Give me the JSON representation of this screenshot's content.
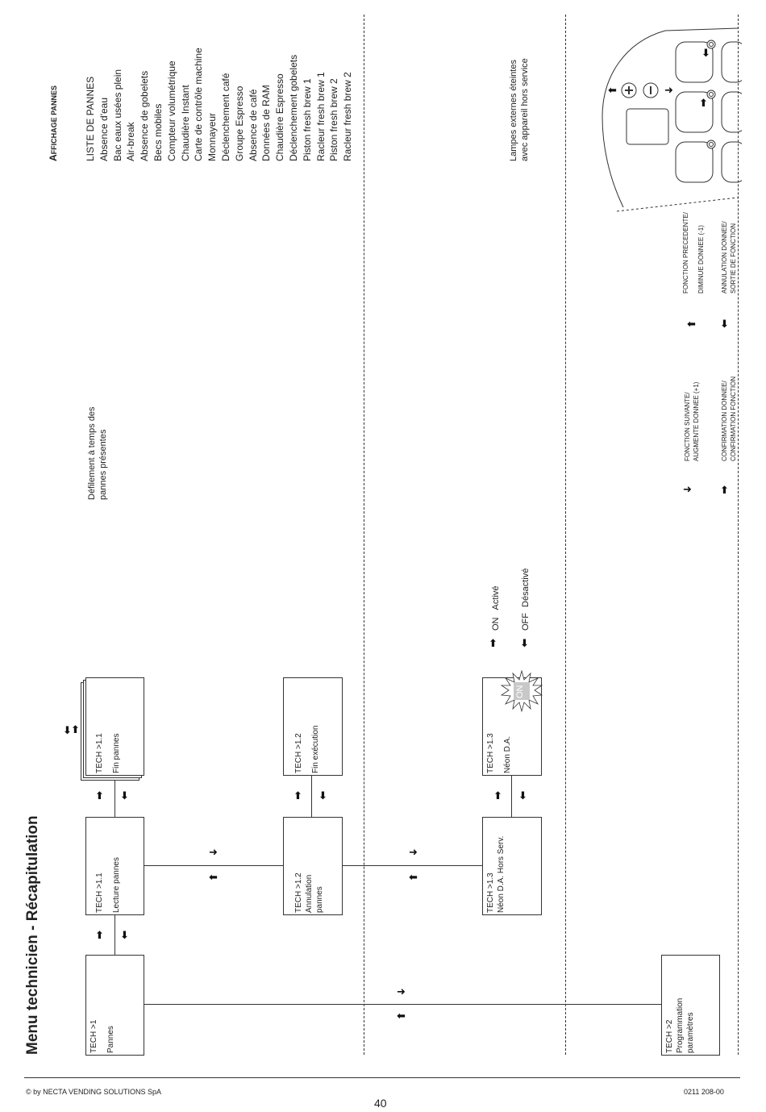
{
  "page_title": "Menu technicien - Récapitulation",
  "section": {
    "title_initial": "A",
    "title_rest": "FFICHAGE PANNES"
  },
  "fault_list": {
    "items": [
      "LISTE DE PANNES",
      "Absence d'eau",
      "Bac eaux usées plein",
      "Air-break",
      "Absence de gobelets",
      "Becs mobiles",
      "Compteur volumétrique",
      "Chaudière Instant",
      "Carte de contrôle machine",
      "Monnayeur",
      "Déclenchement café",
      "Groupe Espresso",
      "Absence de café",
      "Données de RAM",
      "Chaudière Espresso",
      "Déclenchement gobelets",
      "Piston fresh brew 1",
      "Racleur fresh brew 1",
      "Piston fresh brew 2",
      "Racleur fresh brew 2"
    ]
  },
  "scroll_note": {
    "line1": "Défilement à temps des",
    "line2": "pannes présentes"
  },
  "lamps_note": {
    "line1": "Lampes externes éteintes",
    "line2": "avec appareil hors service"
  },
  "boxes": {
    "tech1": {
      "line1": "TECH >1",
      "line2": "Pannes"
    },
    "tech11": {
      "line1": "TECH >1.1",
      "line2": "Lecture pannes"
    },
    "tech11b": {
      "line1": "TECH >1.1",
      "line2": "Fin pannes"
    },
    "tech12": {
      "line1": "TECH >1.2",
      "line2": "Annulation",
      "line3": "pannes"
    },
    "tech12b": {
      "line1": "TECH >1.2",
      "line2": "Fin exécution"
    },
    "tech13": {
      "line1": "TECH >1.3",
      "line2": "Néon D.A. Hors Serv."
    },
    "tech13b": {
      "line1": "TECH >1.3",
      "line2": "Néon D.A."
    },
    "tech2": {
      "line1": "TECH >2",
      "line2": "Programmation",
      "line3": "paramètres"
    }
  },
  "on_badge": "ON",
  "options": {
    "on": {
      "code": "ON",
      "label": "Activé"
    },
    "off": {
      "code": "OFF",
      "label": "Désactivé"
    }
  },
  "legend": {
    "next": {
      "line1": "FONCTION SUIVANTE/",
      "line2": "AUGMENTE DONNEE (+1)"
    },
    "prev": {
      "line1": "FONCTION PRECEDENTE/",
      "line2": "DIMINUE DONNEE (-1)"
    },
    "confirm": {
      "line1": "CONFIRMATION DONNEE/",
      "line2": "CONFIRMATION FONCTION"
    },
    "cancel": {
      "line1": "ANNULATION DONNEE/",
      "line2": "SORTIE DE FONCTION"
    }
  },
  "footer": {
    "copyright": "© by NECTA VENDING SOLUTIONS SpA",
    "doc_code": "0211 208-00",
    "page_number": "40"
  },
  "arrow_glyphs": {
    "right": "➜",
    "left": "⬅",
    "up": "⬆",
    "down": "⬇"
  }
}
